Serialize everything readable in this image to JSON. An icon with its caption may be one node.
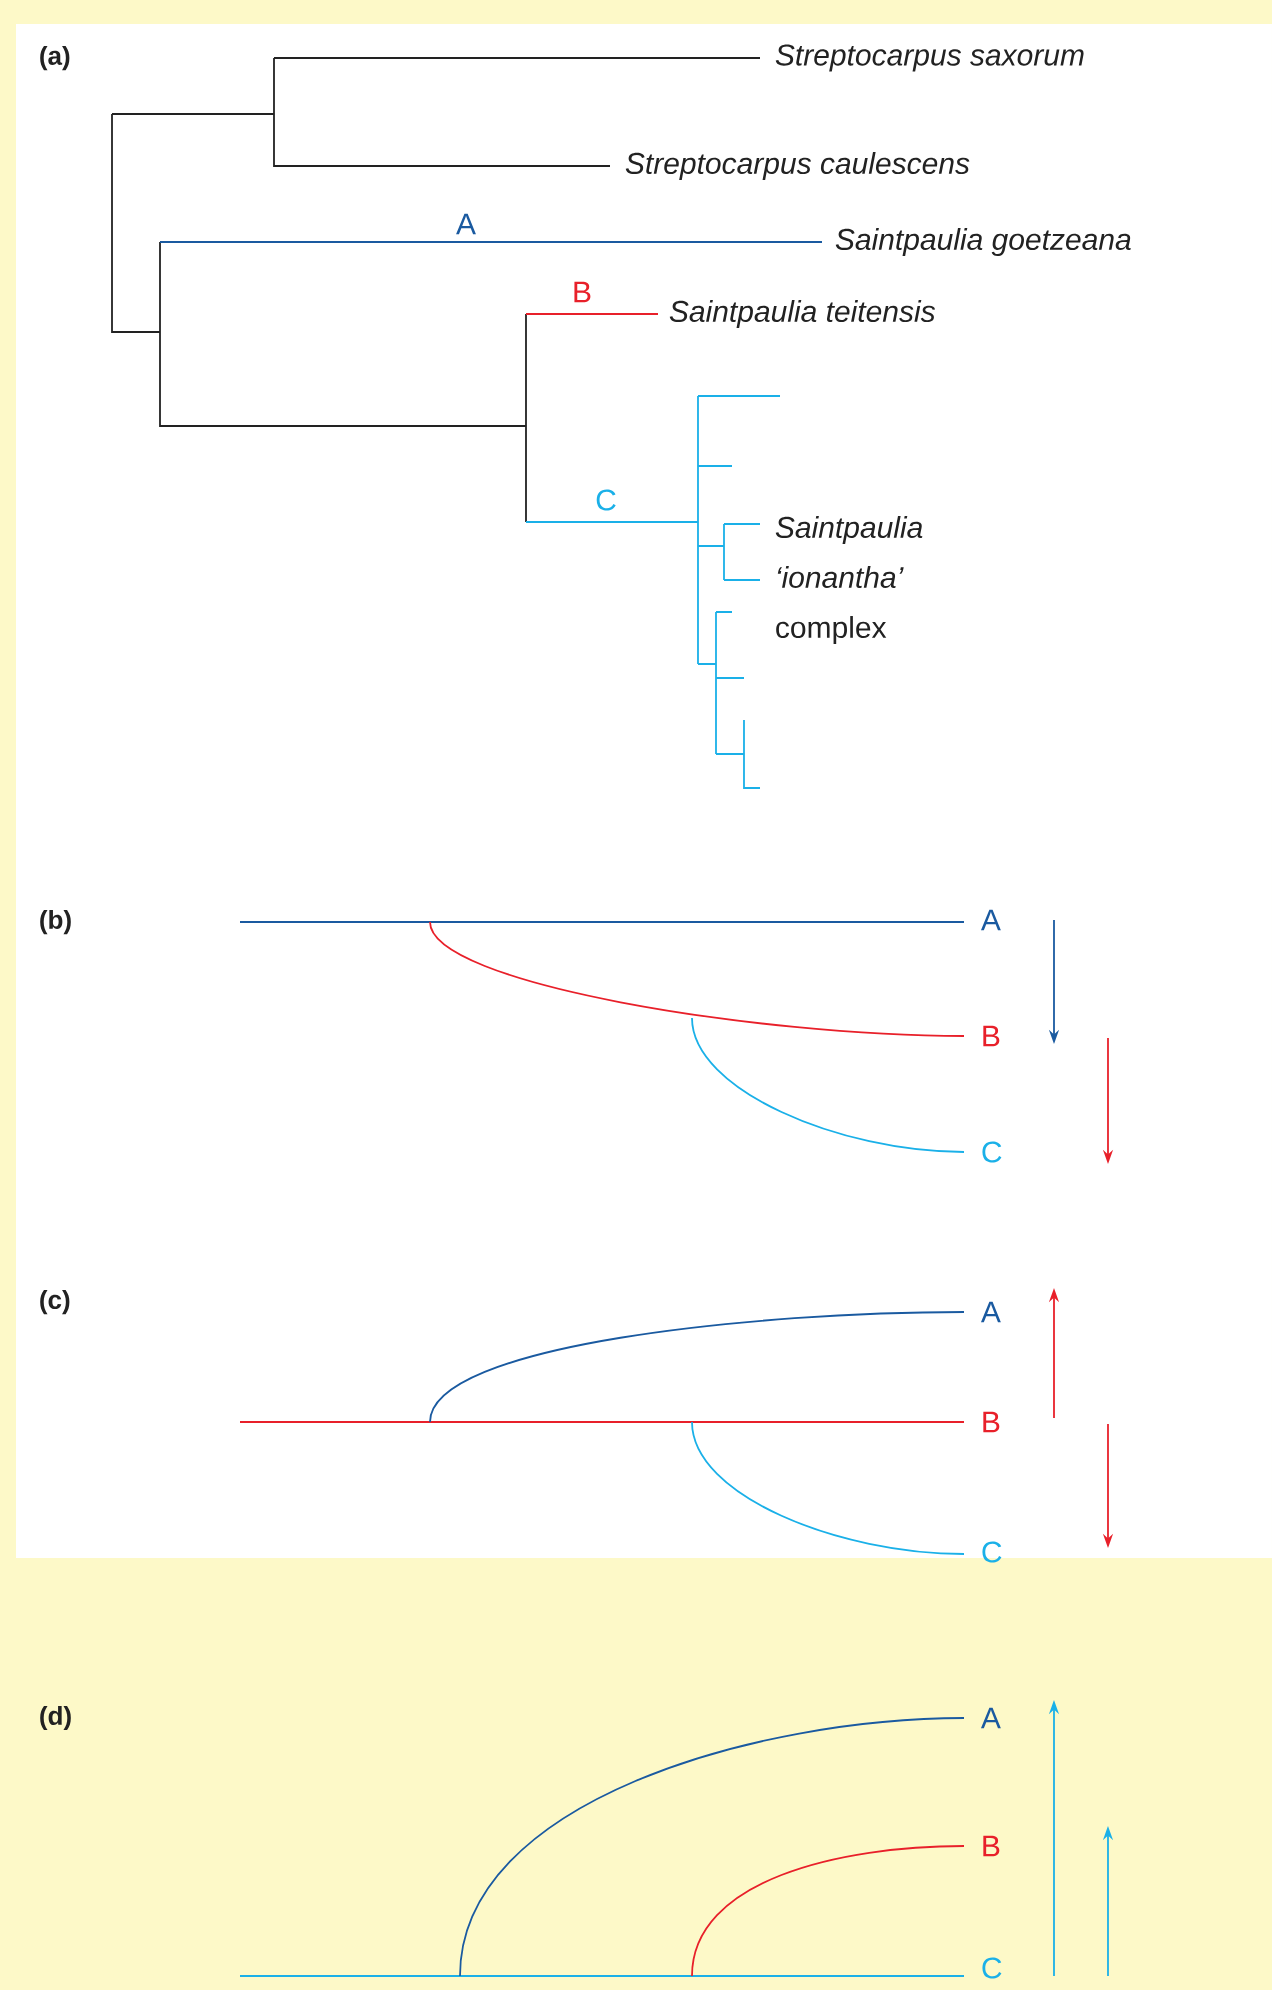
{
  "diagram": {
    "labels": [
      "(a)",
      "Streptocarpus saxorum",
      "Streptocarpus caulescens",
      "A",
      "Saintpaulia goetzeana",
      "B",
      "Saintpaulia teitensis",
      "C",
      "*Saintpaulia ‘ionantha’* complex",
      "(b)",
      "A",
      "B",
      "C",
      "(c)",
      "A",
      "B",
      "C",
      "(d)",
      "A",
      "B",
      "C"
    ]
  }
}
